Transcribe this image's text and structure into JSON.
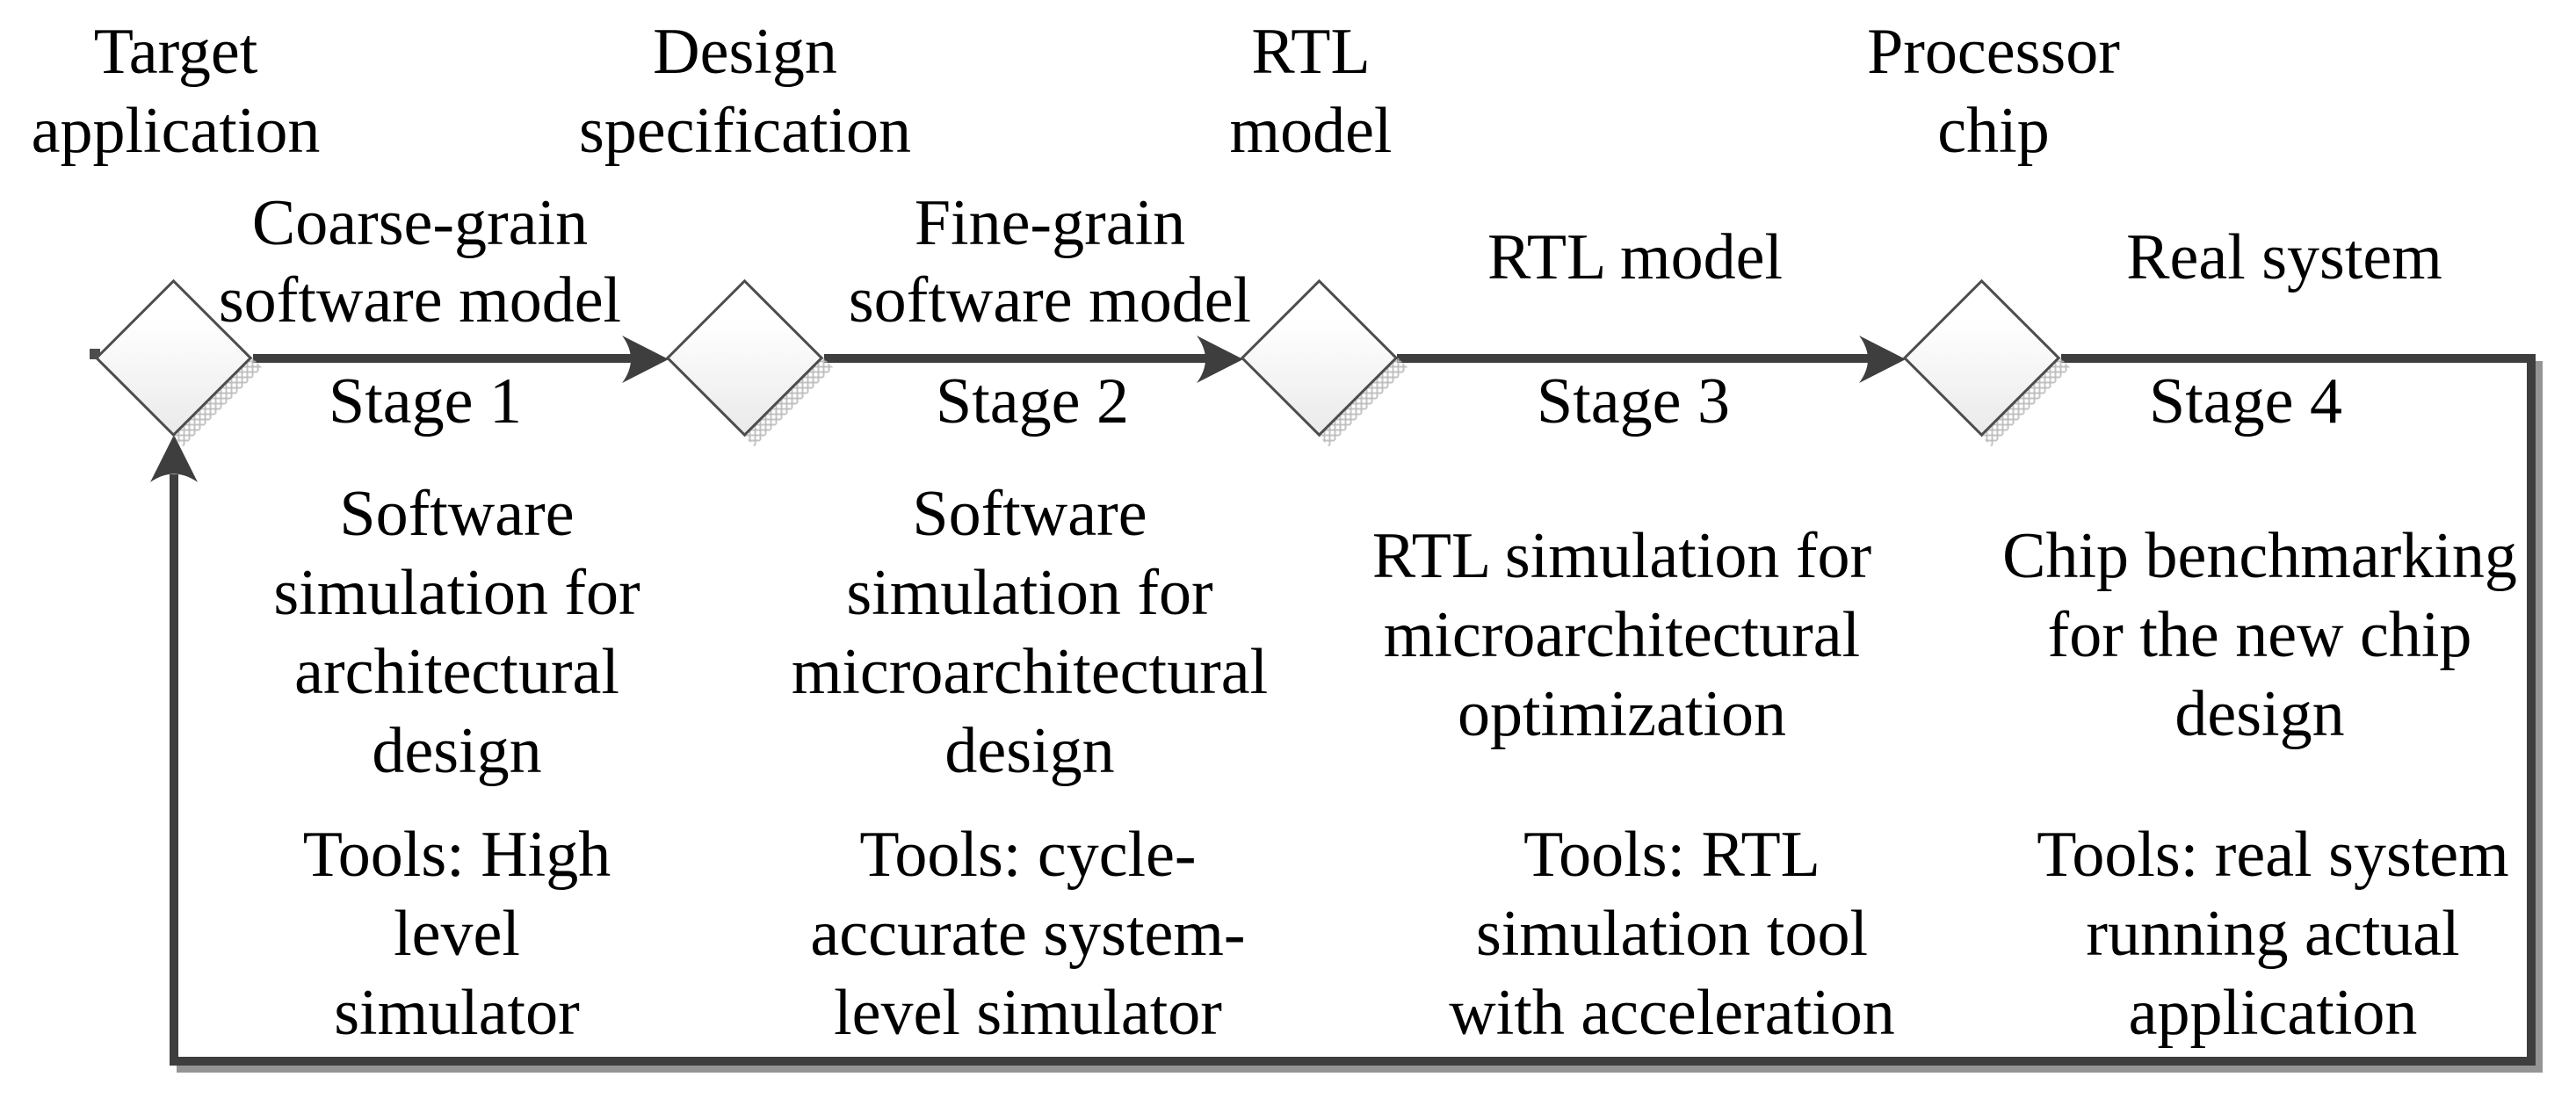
{
  "colors": {
    "line": "#3e3e3e",
    "text": "#000000",
    "diamond_border": "#4d4d4d",
    "diamond_fill": "#ffffff",
    "line_shadow": "#949494",
    "hatch_shadow": "#b9b9b9"
  },
  "milestones": [
    {
      "label": [
        "Target",
        "application"
      ]
    },
    {
      "label": [
        "Design",
        "specification"
      ]
    },
    {
      "label": [
        "RTL",
        "model"
      ]
    },
    {
      "label": [
        "Processor",
        "chip"
      ]
    }
  ],
  "stages": [
    {
      "name": "Stage 1",
      "model_label": [
        "Coarse-grain",
        "software model"
      ],
      "activity": [
        "Software",
        "simulation for",
        "architectural",
        "design"
      ],
      "tools": [
        "Tools: High",
        "level",
        "simulator"
      ]
    },
    {
      "name": "Stage 2",
      "model_label": [
        "Fine-grain",
        "software model"
      ],
      "activity": [
        "Software",
        "simulation for",
        "microarchitectural",
        "design"
      ],
      "tools": [
        "Tools: cycle-",
        "accurate system-",
        "level simulator"
      ]
    },
    {
      "name": "Stage 3",
      "model_label": [
        "RTL model"
      ],
      "activity": [
        "RTL simulation for",
        "microarchitectural",
        "optimization"
      ],
      "tools": [
        "Tools: RTL",
        "simulation tool",
        "with acceleration"
      ]
    },
    {
      "name": "Stage 4",
      "model_label": [
        "Real system"
      ],
      "activity": [
        "Chip benchmarking",
        "for the new chip",
        "design"
      ],
      "tools": [
        "Tools: real system",
        "running actual",
        "application"
      ]
    }
  ]
}
